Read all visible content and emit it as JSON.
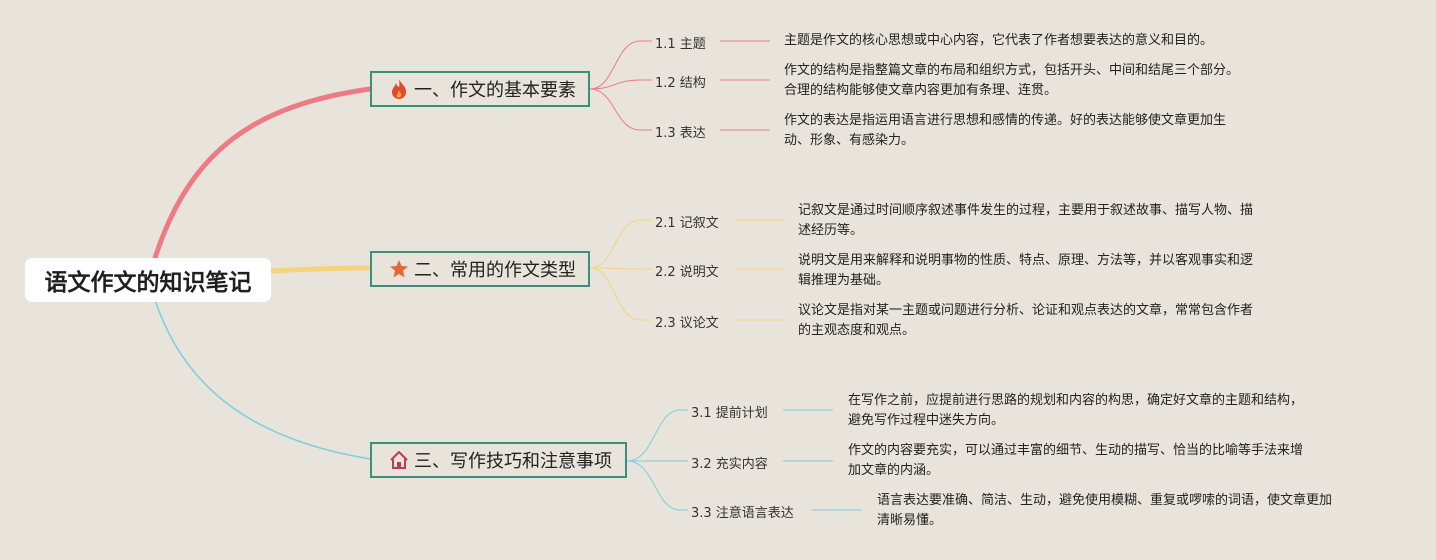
{
  "root": {
    "title": "语文作文的知识笔记"
  },
  "branches": [
    {
      "label": "一、作文的基本要素",
      "icon": "fire-icon",
      "color": "#ee7a84",
      "children": [
        {
          "label": "1.1 主题",
          "desc": [
            "主题是作文的核心思想或中心内容，它代表了作者想要表达的意义和目的。"
          ]
        },
        {
          "label": "1.2 结构",
          "desc": [
            "作文的结构是指整篇文章的布局和组织方式，包括开头、中间和结尾三个部分。",
            "合理的结构能够使文章内容更加有条理、连贯。"
          ]
        },
        {
          "label": "1.3 表达",
          "desc": [
            "作文的表达是指运用语言进行思想和感情的传递。好的表达能够使文章更加生",
            "动、形象、有感染力。"
          ]
        }
      ]
    },
    {
      "label": "二、常用的作文类型",
      "icon": "star-icon",
      "color": "#f6d27c",
      "children": [
        {
          "label": "2.1 记叙文",
          "desc": [
            "记叙文是通过时间顺序叙述事件发生的过程，主要用于叙述故事、描写人物、描",
            "述经历等。"
          ]
        },
        {
          "label": "2.2 说明文",
          "desc": [
            "说明文是用来解释和说明事物的性质、特点、原理、方法等，并以客观事实和逻",
            "辑推理为基础。"
          ]
        },
        {
          "label": "2.3 议论文",
          "desc": [
            "议论文是指对某一主题或问题进行分析、论证和观点表达的文章，常常包含作者",
            "的主观态度和观点。"
          ]
        }
      ]
    },
    {
      "label": "三、写作技巧和注意事项",
      "icon": "house-icon",
      "color": "#7ccde0",
      "children": [
        {
          "label": "3.1 提前计划",
          "desc": [
            "在写作之前，应提前进行思路的规划和内容的构思，确定好文章的主题和结构，",
            "避免写作过程中迷失方向。"
          ]
        },
        {
          "label": "3.2 充实内容",
          "desc": [
            "作文的内容要充实，可以通过丰富的细节、生动的描写、恰当的比喻等手法来增",
            "加文章的内涵。"
          ]
        },
        {
          "label": "3.3 注意语言表达",
          "desc": [
            "语言表达要准确、简洁、生动，避免使用模糊、重复或啰嗦的词语，使文章更加",
            "清晰易懂。"
          ]
        }
      ]
    }
  ]
}
